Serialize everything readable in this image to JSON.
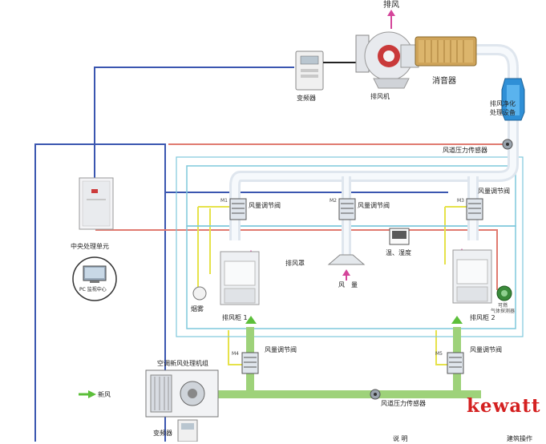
{
  "labels": {
    "exhaust_out": "排风",
    "vfd_top": "变频器",
    "exhaust_fan": "排风机",
    "silencer": "消音器",
    "purifier": "排风净化\n处理设备",
    "duct_pressure_top": "风道压力传感器",
    "damper_m1": "风量调节阀",
    "damper_m2": "风量调节阀",
    "damper_m3": "风量调节阀",
    "hood": "排风罩",
    "airflow": "风　量",
    "temp_humidity": "温、湿度",
    "central_unit": "中央处理单元",
    "pc_monitor": "PC 监视中心",
    "smoke": "烟雾",
    "fume_hood_1": "排风柜 1",
    "fume_hood_2": "排风柜 2",
    "gas_detector": "可燃\n气体探测器",
    "ahu": "空调新风处理机组",
    "fresh_air": "新风",
    "vfd_bottom": "变频器",
    "damper_m4": "风量调节阀",
    "damper_m5": "风量调节阀",
    "duct_pressure_bottom": "风道压力传感器",
    "tag_m1": "M1",
    "tag_m2": "M2",
    "tag_m3": "M3",
    "tag_m4": "M4",
    "tag_m5": "M5",
    "bottom_left_partial": "说 明",
    "bottom_right_partial": "建筑操作",
    "brand": "kewatt"
  },
  "colors": {
    "signal_blue": "#3a56b0",
    "signal_yellow": "#e6e24a",
    "signal_red": "#e07a70",
    "frame_cyan": "#7ec8dc",
    "exhaust_duct": "#e8eef4",
    "fresh_duct": "#9ed27a",
    "arrow_pink": "#d4459a",
    "arrow_green": "#5cbf3a",
    "brand_red": "#d42020"
  }
}
